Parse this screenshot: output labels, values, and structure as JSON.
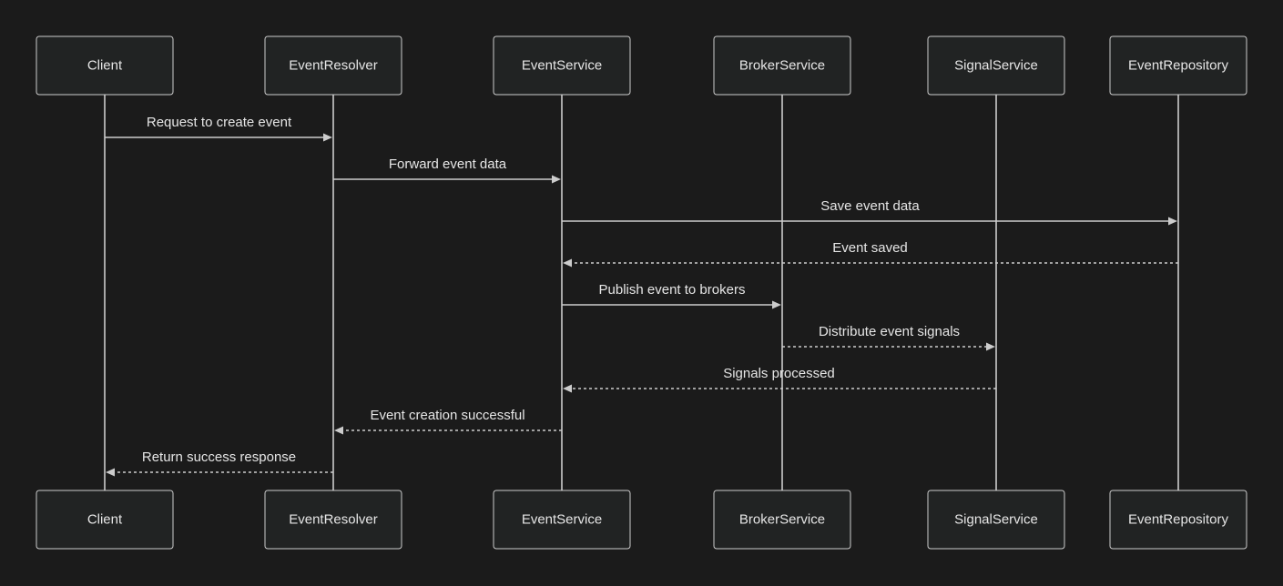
{
  "diagram": {
    "type": "sequence",
    "colors": {
      "background": "#1b1b1b",
      "actor_fill": "#212323",
      "stroke": "#cccccc",
      "text": "#e6e6e6"
    },
    "actors": [
      {
        "id": "client",
        "label": "Client"
      },
      {
        "id": "eventresolver",
        "label": "EventResolver"
      },
      {
        "id": "eventservice",
        "label": "EventService"
      },
      {
        "id": "brokerservice",
        "label": "BrokerService"
      },
      {
        "id": "signalservice",
        "label": "SignalService"
      },
      {
        "id": "eventrepository",
        "label": "EventRepository"
      }
    ],
    "messages": [
      {
        "from": "client",
        "to": "eventresolver",
        "label": "Request to create event",
        "style": "solid"
      },
      {
        "from": "eventresolver",
        "to": "eventservice",
        "label": "Forward event data",
        "style": "solid"
      },
      {
        "from": "eventservice",
        "to": "eventrepository",
        "label": "Save event data",
        "style": "solid"
      },
      {
        "from": "eventrepository",
        "to": "eventservice",
        "label": "Event saved",
        "style": "dashed"
      },
      {
        "from": "eventservice",
        "to": "brokerservice",
        "label": "Publish event to brokers",
        "style": "solid"
      },
      {
        "from": "brokerservice",
        "to": "signalservice",
        "label": "Distribute event signals",
        "style": "dashed"
      },
      {
        "from": "signalservice",
        "to": "eventservice",
        "label": "Signals processed",
        "style": "dashed"
      },
      {
        "from": "eventservice",
        "to": "eventresolver",
        "label": "Event creation successful",
        "style": "dashed"
      },
      {
        "from": "eventresolver",
        "to": "client",
        "label": "Return success response",
        "style": "dashed"
      }
    ]
  }
}
